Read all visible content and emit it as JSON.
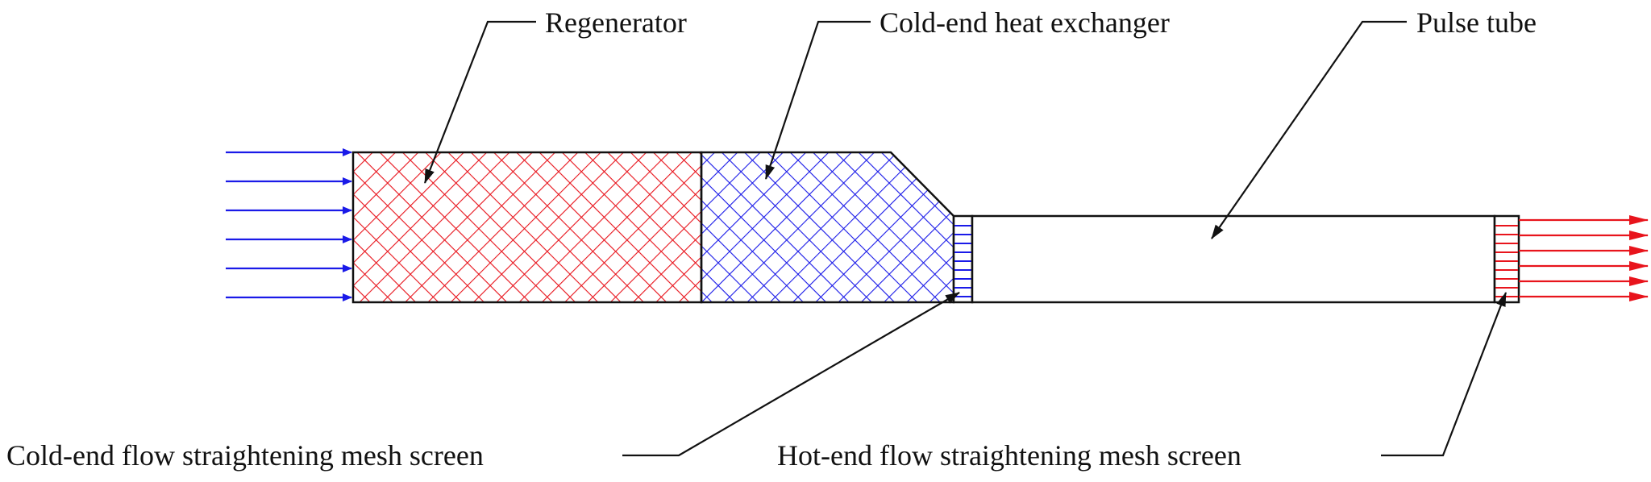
{
  "labels": {
    "regenerator": "Regenerator",
    "cold_hx": "Cold-end heat exchanger",
    "pulse_tube": "Pulse tube",
    "cold_screen": "Cold-end flow straightening mesh screen",
    "hot_screen": "Hot-end flow straightening mesh screen"
  },
  "colors": {
    "regenerator_mesh": "#e8141c",
    "cold_hx_mesh": "#1a1ae8",
    "inflow_arrows": "#1a1ae8",
    "outflow_arrows": "#e8141c",
    "outline": "#111111"
  },
  "flow": {
    "inflow_arrow_count": 6,
    "outflow_arrow_count": 6
  }
}
